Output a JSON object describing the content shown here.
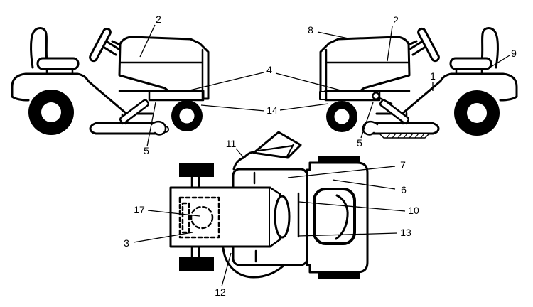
{
  "diagram": {
    "background_color": "#ffffff",
    "line_color": "#000000",
    "callouts": {
      "n1": "1",
      "n2_left": "2",
      "n2_right": "2",
      "n3": "3",
      "n4": "4",
      "n5_left": "5",
      "n5_right": "5",
      "n6": "6",
      "n7": "7",
      "n8": "8",
      "n9": "9",
      "n10": "10",
      "n11": "11",
      "n12": "12",
      "n13": "13",
      "n14": "14",
      "n17": "17"
    }
  }
}
